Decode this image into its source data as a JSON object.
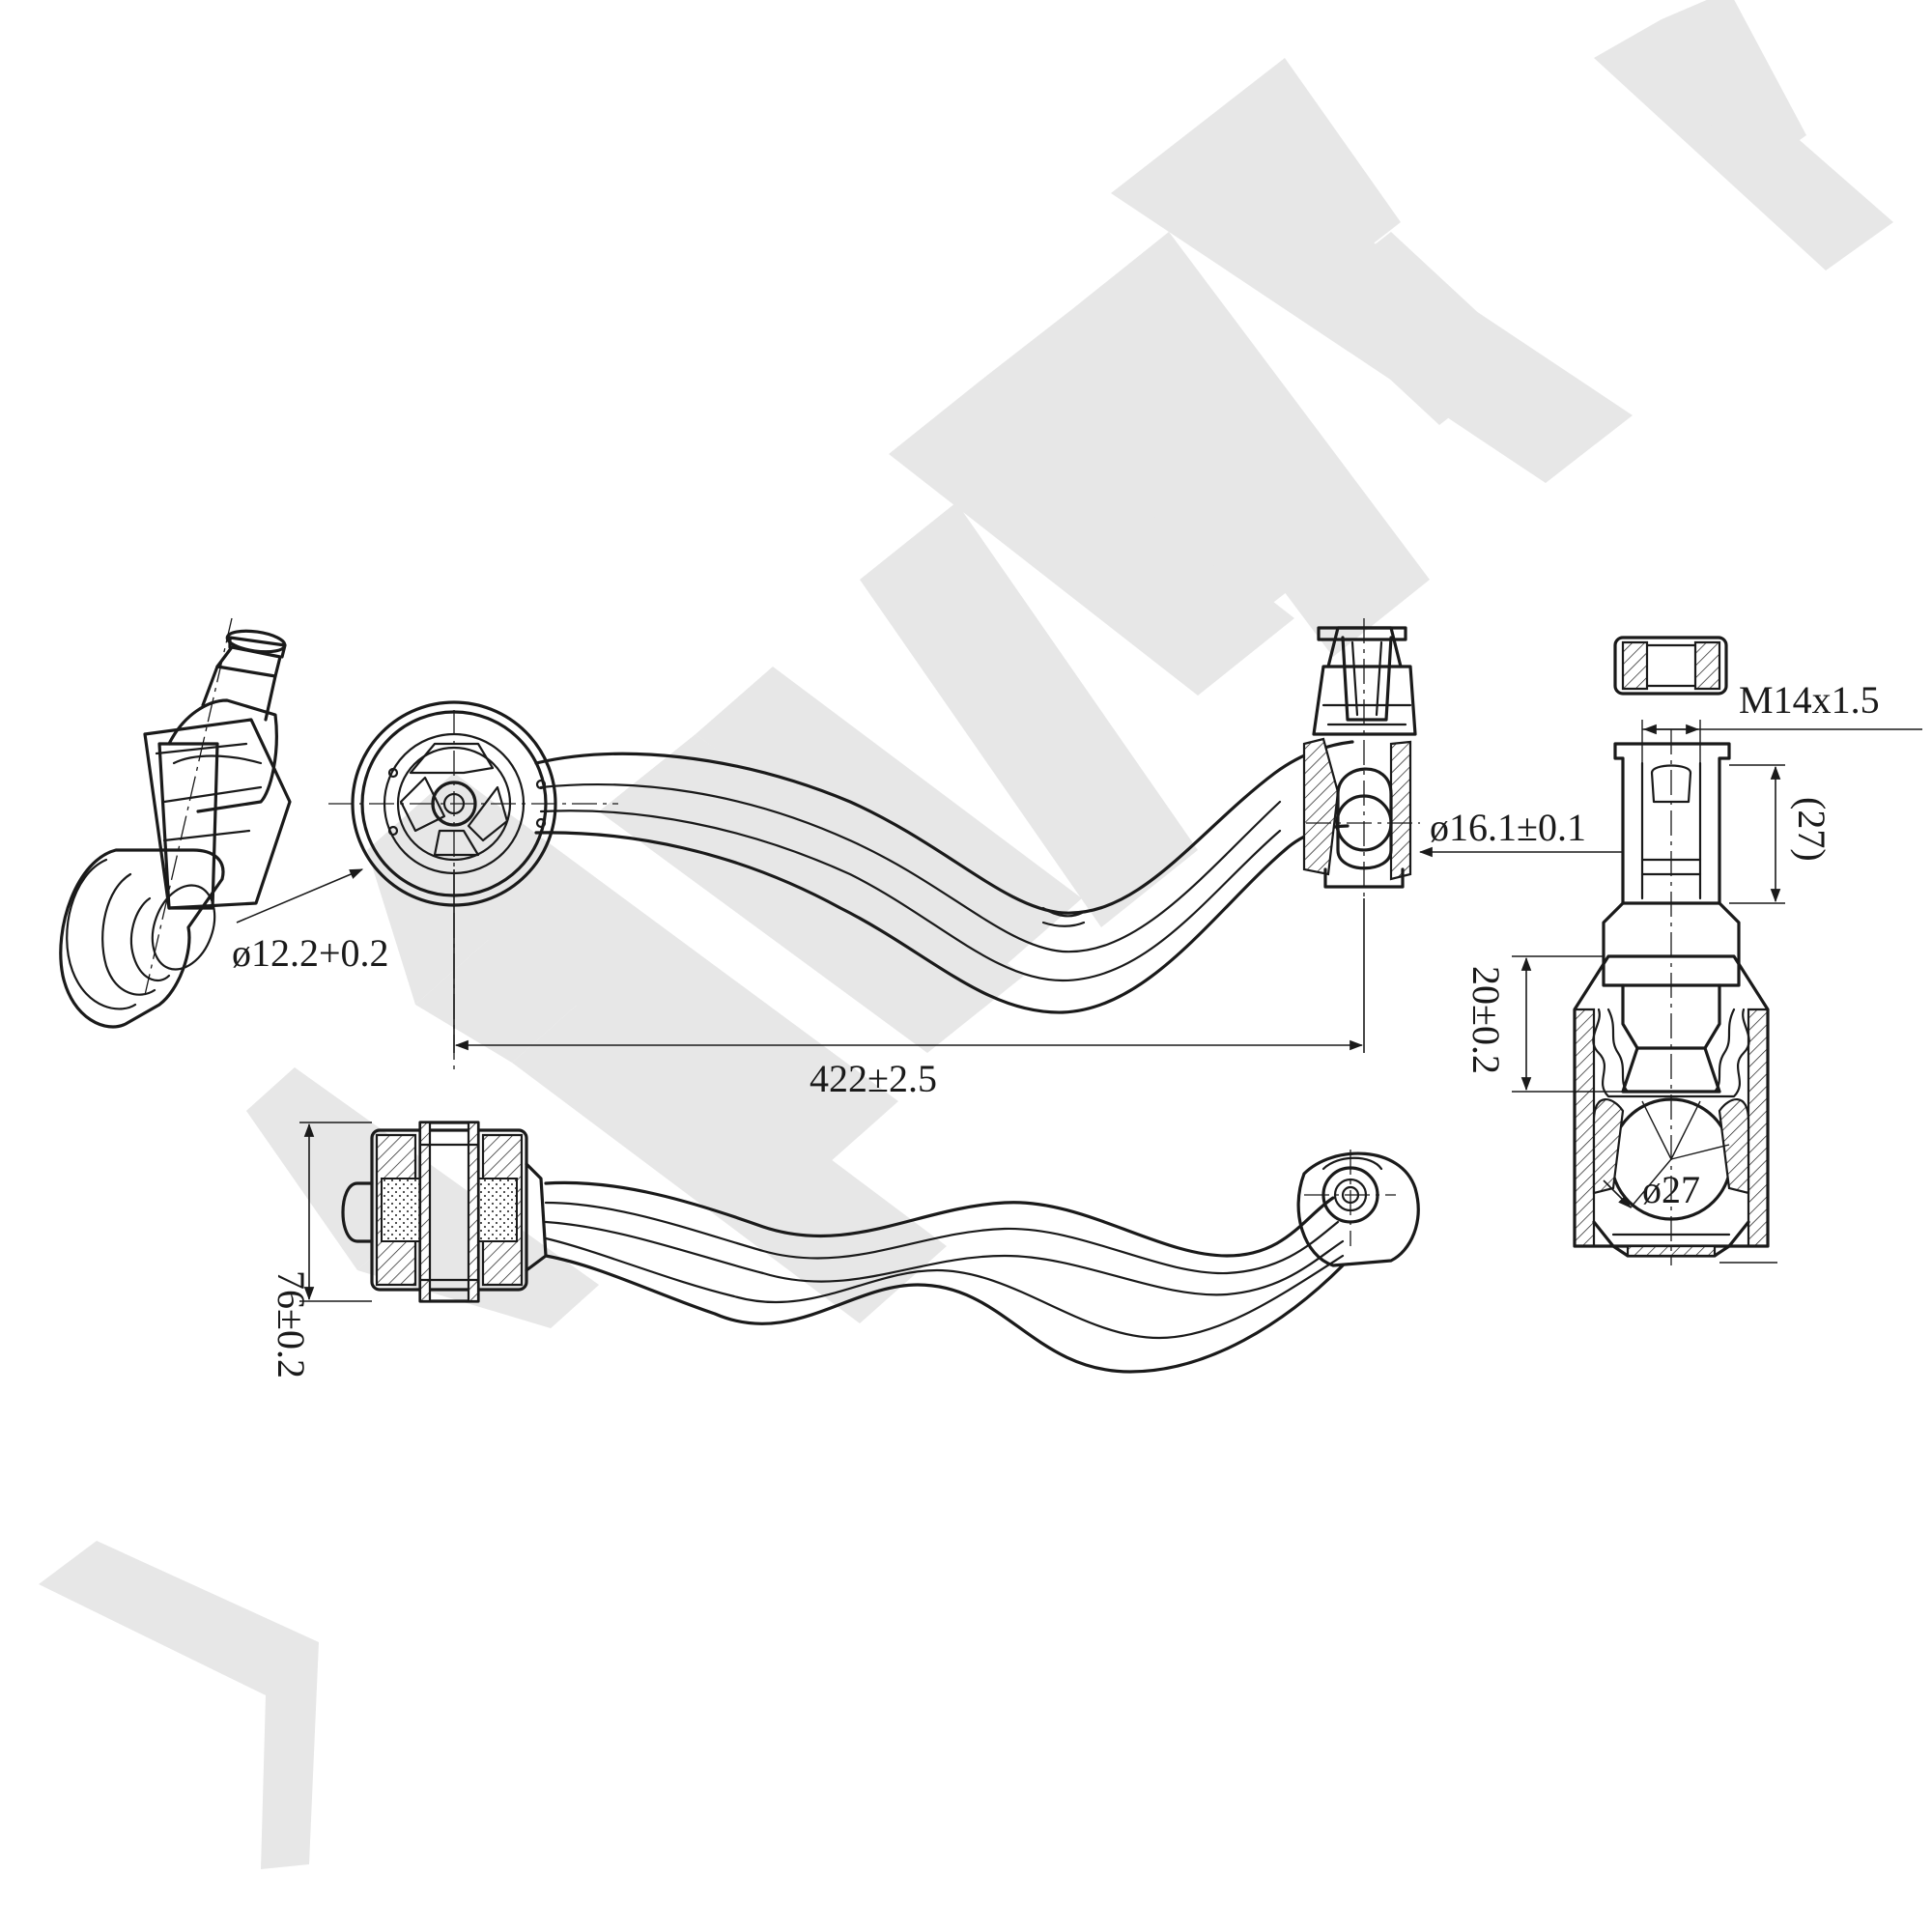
{
  "watermark": {
    "text": "ZENNEK",
    "color": "#e7e7e7"
  },
  "dimensions": {
    "bushing_bore": "ø12.2+0.2",
    "ball_pin_taper": "ø16.1±0.1",
    "center_length": "422±2.5",
    "bushing_width": "76±0.2",
    "thread": "M14x1.5",
    "thread_length": "(27)",
    "joint_height": "20±0.2",
    "ball_diameter": "ø27"
  },
  "colors": {
    "line": "#1a1a1a",
    "background": "#ffffff"
  }
}
